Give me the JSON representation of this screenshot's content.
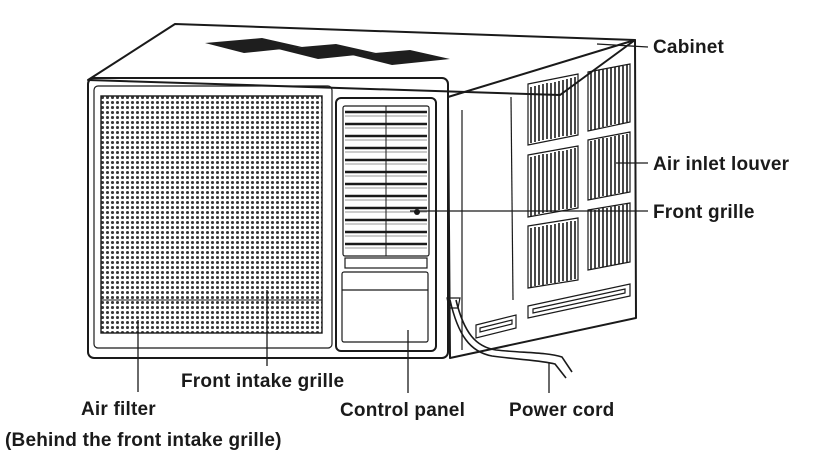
{
  "labels": {
    "cabinet": "Cabinet",
    "air_inlet_louver": "Air inlet louver",
    "front_grille": "Front grille",
    "front_intake_grille": "Front intake grille",
    "air_filter": "Air filter",
    "air_filter_note": "(Behind the front intake grille)",
    "control_panel": "Control panel",
    "power_cord": "Power cord"
  }
}
